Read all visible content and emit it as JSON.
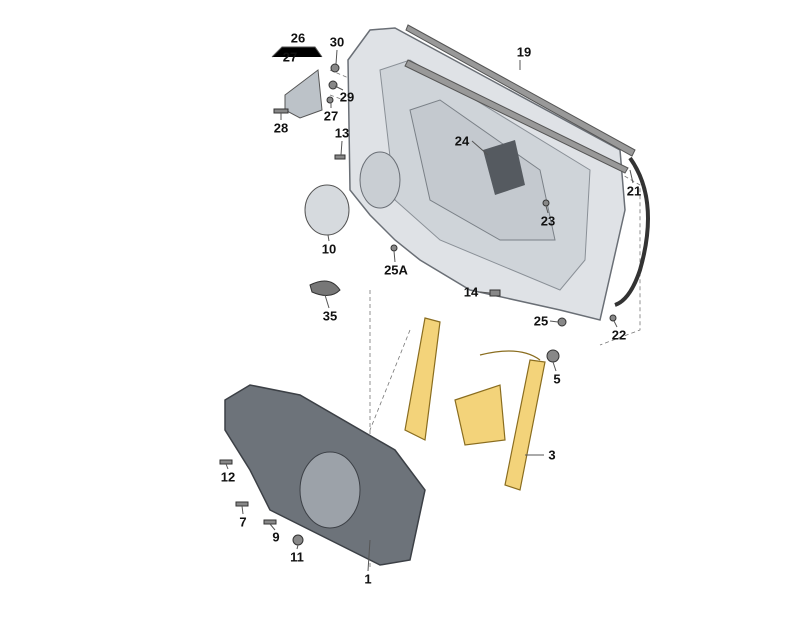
{
  "diagram": {
    "title": "Door assembly exploded parts view",
    "colors": {
      "panel": "#d9dde2",
      "panel_stroke": "#6a6f76",
      "regulator": "#f3d37a",
      "carrier": "#5e646b",
      "leader": "#555555"
    },
    "labels": {
      "l26": "26",
      "l27a": "27",
      "l30": "30",
      "l29": "29",
      "l27b": "27",
      "l28": "28",
      "l13": "13",
      "l19": "19",
      "l24": "24",
      "l21": "21",
      "l23": "23",
      "l10": "10",
      "l25a": "25A",
      "l14": "14",
      "l35": "35",
      "l25": "25",
      "l22": "22",
      "l5": "5",
      "l3": "3",
      "l12": "12",
      "l7": "7",
      "l9": "9",
      "l11": "11",
      "l1": "1"
    }
  }
}
